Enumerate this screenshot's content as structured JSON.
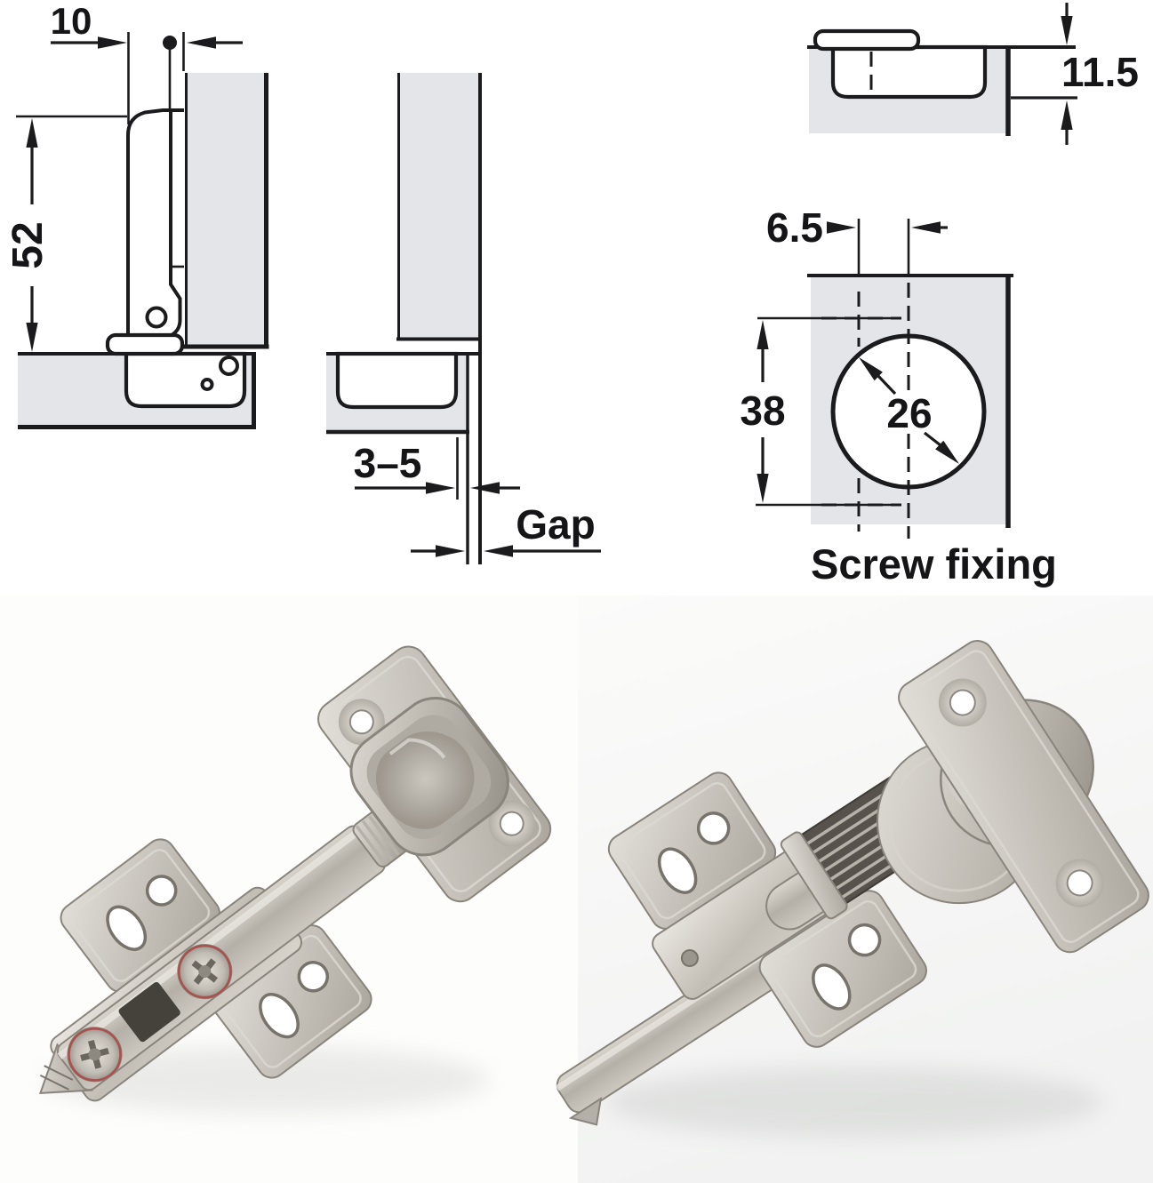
{
  "diagram": {
    "side_view_hinge": {
      "dim_arm_offset": "10",
      "dim_arm_height": "52"
    },
    "side_view_door": {
      "dim_drill_distance": "3–5",
      "gap_label": "Gap"
    },
    "cup_cross_section": {
      "dim_cup_depth": "11.5"
    },
    "drilling_pattern": {
      "dim_hole_offset": "6.5",
      "dim_screw_spacing": "38",
      "dim_cup_diameter": "26",
      "caption": "Screw fixing"
    },
    "colors": {
      "line": "#1b1b1e",
      "panel_fill": "#e4e5e8",
      "text": "#151518",
      "background": "#ffffff"
    }
  },
  "photos": {
    "colors": {
      "metal_light": "#e8e5df",
      "metal_mid": "#b9b4ab",
      "metal_dark": "#8a857c",
      "screw_ring_red": "#a8524e"
    }
  }
}
